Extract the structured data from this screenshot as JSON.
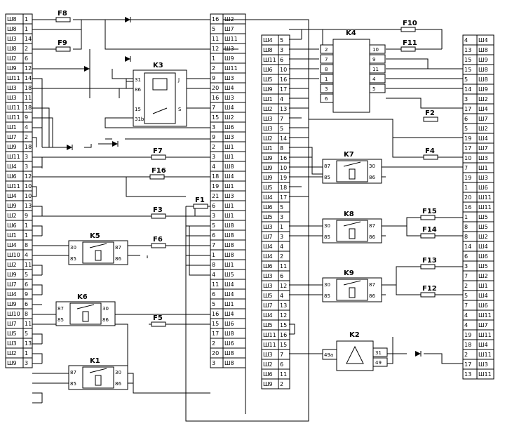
{
  "connectors": {
    "c1": [
      [
        "Ш8",
        "1"
      ],
      [
        "Ш8",
        "1"
      ],
      [
        "Ш3",
        "14"
      ],
      [
        "Ш8",
        "2"
      ],
      [
        "Ш2",
        "6"
      ],
      [
        "Ш9",
        "12"
      ],
      [
        "Ш11",
        "14"
      ],
      [
        "Ш3",
        "18"
      ],
      [
        "Ш3",
        "11"
      ],
      [
        "Ш11",
        "18"
      ],
      [
        "Ш11",
        "9"
      ],
      [
        "Ш1",
        "4"
      ],
      [
        "Ш7",
        "2"
      ],
      [
        "Ш9",
        "18"
      ],
      [
        "Ш11",
        "3"
      ],
      [
        "Ш4",
        "3"
      ],
      [
        "Ш6",
        "12"
      ],
      [
        "Ш11",
        "10"
      ],
      [
        "Ш4",
        "10"
      ],
      [
        "Ш9",
        "13"
      ],
      [
        "Ш2",
        "9"
      ],
      [
        "Ш6",
        "1"
      ],
      [
        "Ш1",
        "1"
      ],
      [
        "Ш4",
        "8"
      ],
      [
        "Ш10",
        "4"
      ],
      [
        "Ш2",
        "11"
      ],
      [
        "Ш9",
        "5"
      ],
      [
        "Ш7",
        "6"
      ],
      [
        "Ш4",
        "9"
      ],
      [
        "Ш9",
        "6"
      ],
      [
        "Ш10",
        "8"
      ],
      [
        "Ш7",
        "11"
      ],
      [
        "Ш5",
        "5"
      ],
      [
        "Ш3",
        "13"
      ],
      [
        "Ш2",
        "1"
      ],
      [
        "Ш9",
        "3"
      ]
    ],
    "c2": [
      [
        "16",
        "Ш2"
      ],
      [
        "5",
        "Ш7"
      ],
      [
        "11",
        "Ш11"
      ],
      [
        "12",
        "Ш3"
      ],
      [
        "1",
        "Ш9"
      ],
      [
        "2",
        "Ш11"
      ],
      [
        "9",
        "Ш3"
      ],
      [
        "20",
        "Ш4"
      ],
      [
        "16",
        "Ш3"
      ],
      [
        "7",
        "Ш4"
      ],
      [
        "15",
        "Ш2"
      ],
      [
        "3",
        "Ш6"
      ],
      [
        "9",
        "Ш3"
      ],
      [
        "2",
        "Ш1"
      ],
      [
        "3",
        "Ш1"
      ],
      [
        "4",
        "Ш8"
      ],
      [
        "18",
        "Ш4"
      ],
      [
        "19",
        "Ш1"
      ],
      [
        "21",
        "Ш3"
      ],
      [
        "6",
        "Ш1"
      ],
      [
        "3",
        "Ш1"
      ],
      [
        "5",
        "Ш8"
      ],
      [
        "6",
        "Ш8"
      ],
      [
        "7",
        "Ш8"
      ],
      [
        "1",
        "Ш8"
      ],
      [
        "8",
        "Ш1"
      ],
      [
        "4",
        "Ш5"
      ],
      [
        "11",
        "Ш4"
      ],
      [
        "6",
        "Ш4"
      ],
      [
        "5",
        "Ш1"
      ],
      [
        "16",
        "Ш4"
      ],
      [
        "15",
        "Ш6"
      ],
      [
        "17",
        "Ш8"
      ],
      [
        "2",
        "Ш6"
      ],
      [
        "20",
        "Ш8"
      ],
      [
        "3",
        "Ш8"
      ]
    ],
    "c3": [
      [
        "Ш4",
        "5"
      ],
      [
        "Ш8",
        "3"
      ],
      [
        "Ш11",
        "6"
      ],
      [
        "Ш6",
        "10"
      ],
      [
        "Ш5",
        "16"
      ],
      [
        "Ш9",
        "17"
      ],
      [
        "Ш1",
        "4"
      ],
      [
        "Ш2",
        "13"
      ],
      [
        "Ш3",
        "7"
      ],
      [
        "Ш3",
        "5"
      ],
      [
        "Ш2",
        "14"
      ],
      [
        "Ш1",
        "8"
      ],
      [
        "Ш9",
        "16"
      ],
      [
        "Ш9",
        "10"
      ],
      [
        "Ш9",
        "19"
      ],
      [
        "Ш5",
        "18"
      ],
      [
        "Ш4",
        "17"
      ],
      [
        "Ш6",
        "5"
      ],
      [
        "Ш5",
        "3"
      ],
      [
        "Ш3",
        "1"
      ],
      [
        "Ш7",
        "3"
      ],
      [
        "Ш4",
        "4"
      ],
      [
        "Ш4",
        "2"
      ],
      [
        "Ш6",
        "11"
      ],
      [
        "Ш3",
        "6"
      ],
      [
        "Ш3",
        "12"
      ],
      [
        "Ш5",
        "4"
      ],
      [
        "Ш7",
        "13"
      ],
      [
        "Ш4",
        "12"
      ],
      [
        "Ш5",
        "15"
      ],
      [
        "Ш11",
        "16"
      ],
      [
        "Ш11",
        "15"
      ],
      [
        "Ш3",
        "7"
      ],
      [
        "Ш2",
        "6"
      ],
      [
        "Ш6",
        "11"
      ],
      [
        "Ш9",
        "2"
      ]
    ],
    "c4": [
      [
        "4",
        "Ш4"
      ],
      [
        "13",
        "Ш8"
      ],
      [
        "15",
        "Ш9"
      ],
      [
        "15",
        "Ш8"
      ],
      [
        "5",
        "Ш8"
      ],
      [
        "14",
        "Ш9"
      ],
      [
        "3",
        "Ш2"
      ],
      [
        "17",
        "Ш4"
      ],
      [
        "6",
        "Ш7"
      ],
      [
        "5",
        "Ш2"
      ],
      [
        "19",
        "Ш4"
      ],
      [
        "17",
        "Ш7"
      ],
      [
        "10",
        "Ш3"
      ],
      [
        "7",
        "Ш1"
      ],
      [
        "19",
        "Ш3"
      ],
      [
        "1",
        "Ш6"
      ],
      [
        "20",
        "Ш11"
      ],
      [
        "16",
        "Ш11"
      ],
      [
        "1",
        "Ш5"
      ],
      [
        "8",
        "Ш5"
      ],
      [
        "8",
        "Ш2"
      ],
      [
        "14",
        "Ш4"
      ],
      [
        "6",
        "Ш6"
      ],
      [
        "3",
        "Ш5"
      ],
      [
        "7",
        "Ш2"
      ],
      [
        "2",
        "Ш1"
      ],
      [
        "5",
        "Ш4"
      ],
      [
        "7",
        "Ш6"
      ],
      [
        "4",
        "Ш11"
      ],
      [
        "4",
        "Ш7"
      ],
      [
        "19",
        "Ш11"
      ],
      [
        "18",
        "Ш4"
      ],
      [
        "2",
        "Ш11"
      ],
      [
        "17",
        "Ш3"
      ],
      [
        "13",
        "Ш11"
      ]
    ]
  },
  "fuses": [
    "F8",
    "F9",
    "F7",
    "F16",
    "F1",
    "F3",
    "F6",
    "F5",
    "F10",
    "F11",
    "F2",
    "F4",
    "F15",
    "F14",
    "F13",
    "F12"
  ],
  "relays": {
    "K1": {
      "label": "K1",
      "pins": [
        "87",
        "85",
        "30",
        "86"
      ]
    },
    "K3": {
      "label": "K3",
      "pins": [
        "31",
        "86",
        "15",
        "31b",
        "J",
        "S"
      ]
    },
    "K4": {
      "label": "K4",
      "left": [
        "2",
        "7",
        "8",
        "1",
        "3",
        "6"
      ],
      "right": [
        "10",
        "9",
        "11",
        "4",
        "5"
      ]
    },
    "K5": {
      "label": "K5",
      "pins": [
        "30",
        "85",
        "87",
        "86"
      ]
    },
    "K6": {
      "label": "K6",
      "pins": [
        "87",
        "85",
        "30",
        "86"
      ]
    },
    "K7": {
      "label": "K7",
      "pins": [
        "87",
        "85",
        "30",
        "86"
      ]
    },
    "K8": {
      "label": "K8",
      "pins": [
        "30",
        "85",
        "87",
        "86"
      ]
    },
    "K9": {
      "label": "K9",
      "pins": [
        "30",
        "85",
        "87",
        "86"
      ]
    },
    "K2": {
      "label": "K2",
      "pins": [
        "49a",
        "31",
        "49"
      ]
    }
  }
}
